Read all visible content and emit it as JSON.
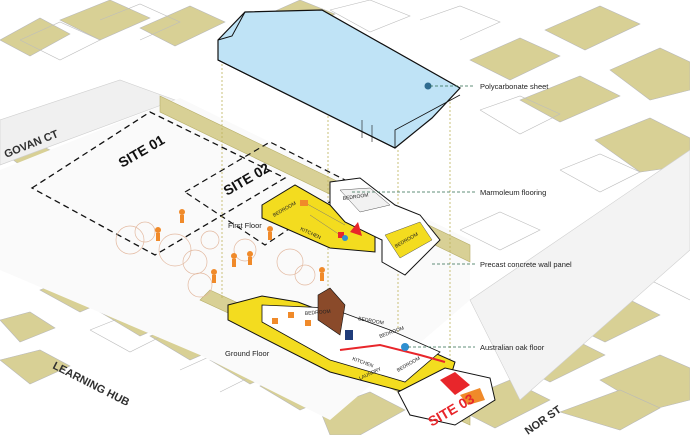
{
  "streets": {
    "govan": "GOVAN CT",
    "learning_hub": "LEARNING HUB",
    "nor_st": "NOR ST"
  },
  "sites": {
    "s1": "SITE 01",
    "s2": "SITE 02",
    "s3": "SITE 03"
  },
  "floors": {
    "first": "First Floor",
    "ground": "Ground Floor"
  },
  "callouts": {
    "polycarbonate": "Polycarbonate sheet",
    "marmoleum": "Marmoleum flooring",
    "precast": "Precast concrete wall panel",
    "oak": "Australian oak floor"
  },
  "rooms": {
    "first_bedroom_a": "BEDROOM",
    "first_bedroom_b": "BEDROOM",
    "first_kitchen": "KITCHEN",
    "first_bedroom_c": "BEDROOM",
    "ground_bedroom_a": "BEDROOM",
    "ground_bedroom_b": "BEDROOM",
    "ground_bedroom_c": "BEDROOM",
    "ground_kitchen": "KITCHEN",
    "ground_laundry": "LAUNDRY",
    "ground_bedroom_d": "BEDROOM"
  },
  "colors": {
    "block": "#d8d095",
    "roof": "#bfe3f6",
    "floor_yellow": "#f3dc1f",
    "accent_red": "#e8262b",
    "people": "#f08a2a",
    "leader": "#2f6b4f"
  }
}
